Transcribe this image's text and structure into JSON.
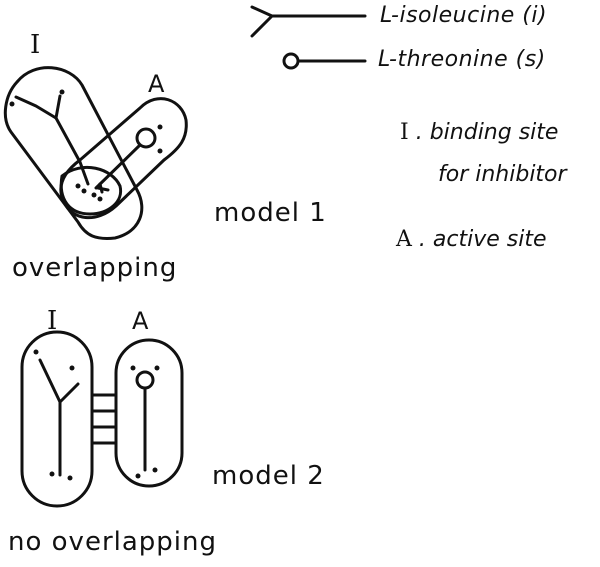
{
  "legend": {
    "isoleucine": "L-isoleucine (i)",
    "threonine": "L-threonine (s)"
  },
  "site_key": {
    "inhibitor_letter": "I",
    "inhibitor_text_line1": "binding site",
    "inhibitor_text_line2": "for inhibitor",
    "active_letter": "A",
    "active_text": "active site",
    "separator": "."
  },
  "model1": {
    "inhibitor_site_label": "I",
    "active_site_label": "A",
    "model_label": "model 1",
    "caption": "overlapping"
  },
  "model2": {
    "inhibitor_site_label": "I",
    "active_site_label": "A",
    "model_label": "model 2",
    "caption": "no overlapping"
  },
  "colors": {
    "ink": "#111111",
    "background": "#ffffff"
  }
}
